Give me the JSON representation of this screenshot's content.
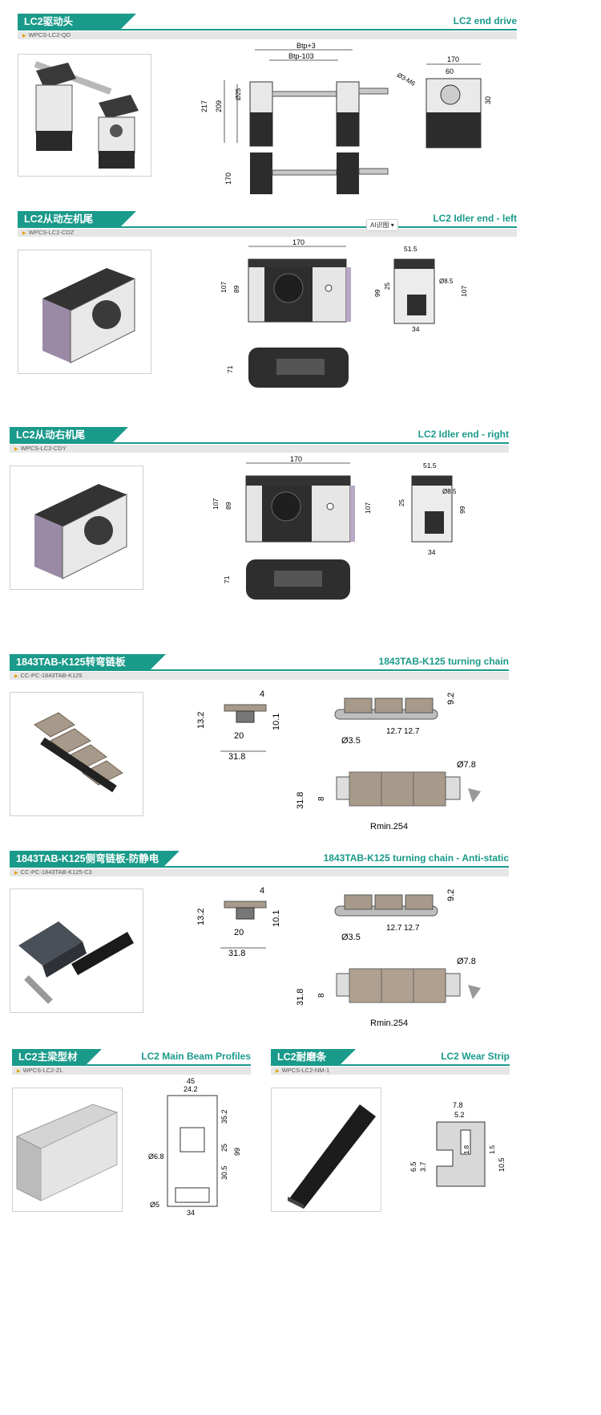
{
  "sections": {
    "s1": {
      "cn": "LC2驱动头",
      "en": "LC2 end drive",
      "code": "WPCS-LC2-QD",
      "dims": {
        "a": "Btp+3",
        "b": "Btp-103",
        "h1": "217",
        "h2": "209",
        "d": "Ø25",
        "w1": "170",
        "w2": "60",
        "m": "Ø3-M6",
        "v": "30",
        "side": "170"
      }
    },
    "s2": {
      "cn": "LC2从动左机尾",
      "en": "LC2 Idler end - left",
      "code": "WPCS-LC2-CDZ",
      "dims": {
        "w": "170",
        "h1": "107",
        "h2": "89",
        "t": "51.5",
        "r1": "99",
        "r2": "25",
        "d": "Ø8.5",
        "r3": "107",
        "b": "34",
        "side": "71"
      }
    },
    "s3": {
      "cn": "LC2从动右机尾",
      "en": "LC2 Idler end - right",
      "code": "WPCS-LC2-CDY",
      "dims": {
        "w": "170",
        "h1": "107",
        "h2": "89",
        "t": "51.5",
        "r1": "107",
        "r2": "25",
        "d": "Ø8.5",
        "r3": "99",
        "b": "34",
        "side": "71"
      }
    },
    "s4": {
      "cn": "1843TAB-K125转弯链板",
      "en": "1843TAB-K125 turning chain",
      "code": "CC-PC-1843TAB-K125",
      "dims": {
        "t": "4",
        "h": "13.2",
        "w1": "20",
        "h2": "10.1",
        "w2": "31.8",
        "p": "9.2",
        "d": "Ø3.5",
        "p1": "12.7",
        "p2": "12.7",
        "d2": "Ø7.8",
        "l": "31.8",
        "s": "8",
        "r": "Rmin.254"
      }
    },
    "s5": {
      "cn": "1843TAB-K125侧弯链板-防静电",
      "en": "1843TAB-K125 turning chain - Anti-static",
      "code": "CC-PC-1843TAB-K125-C3",
      "dims": {
        "t": "4",
        "h": "13.2",
        "w1": "20",
        "h2": "10.1",
        "w2": "31.8",
        "p": "9.2",
        "d": "Ø3.5",
        "p1": "12.7",
        "p2": "12.7",
        "d2": "Ø7.8",
        "l": "31.8",
        "s": "8",
        "r": "Rmin.254"
      }
    },
    "s6": {
      "cn": "LC2主梁型材",
      "en": "LC2 Main Beam Profiles",
      "code": "WPCS-LC2-ZL",
      "dims": {
        "w1": "45",
        "w2": "24.2",
        "h1": "35.2",
        "h2": "25",
        "h3": "30.5",
        "h4": "99",
        "d1": "Ø6.8",
        "d2": "Ø5",
        "b": "34"
      }
    },
    "s7": {
      "cn": "LC2耐磨条",
      "en": "LC2 Wear Strip",
      "code": "WPCS-LC2-NM-1",
      "dims": {
        "w1": "7.8",
        "w2": "5.2",
        "h1": "1.8",
        "h2": "1.5",
        "h3": "6.5",
        "h4": "3.7",
        "h5": "10.5"
      }
    }
  },
  "ai_badge": "AI识图"
}
